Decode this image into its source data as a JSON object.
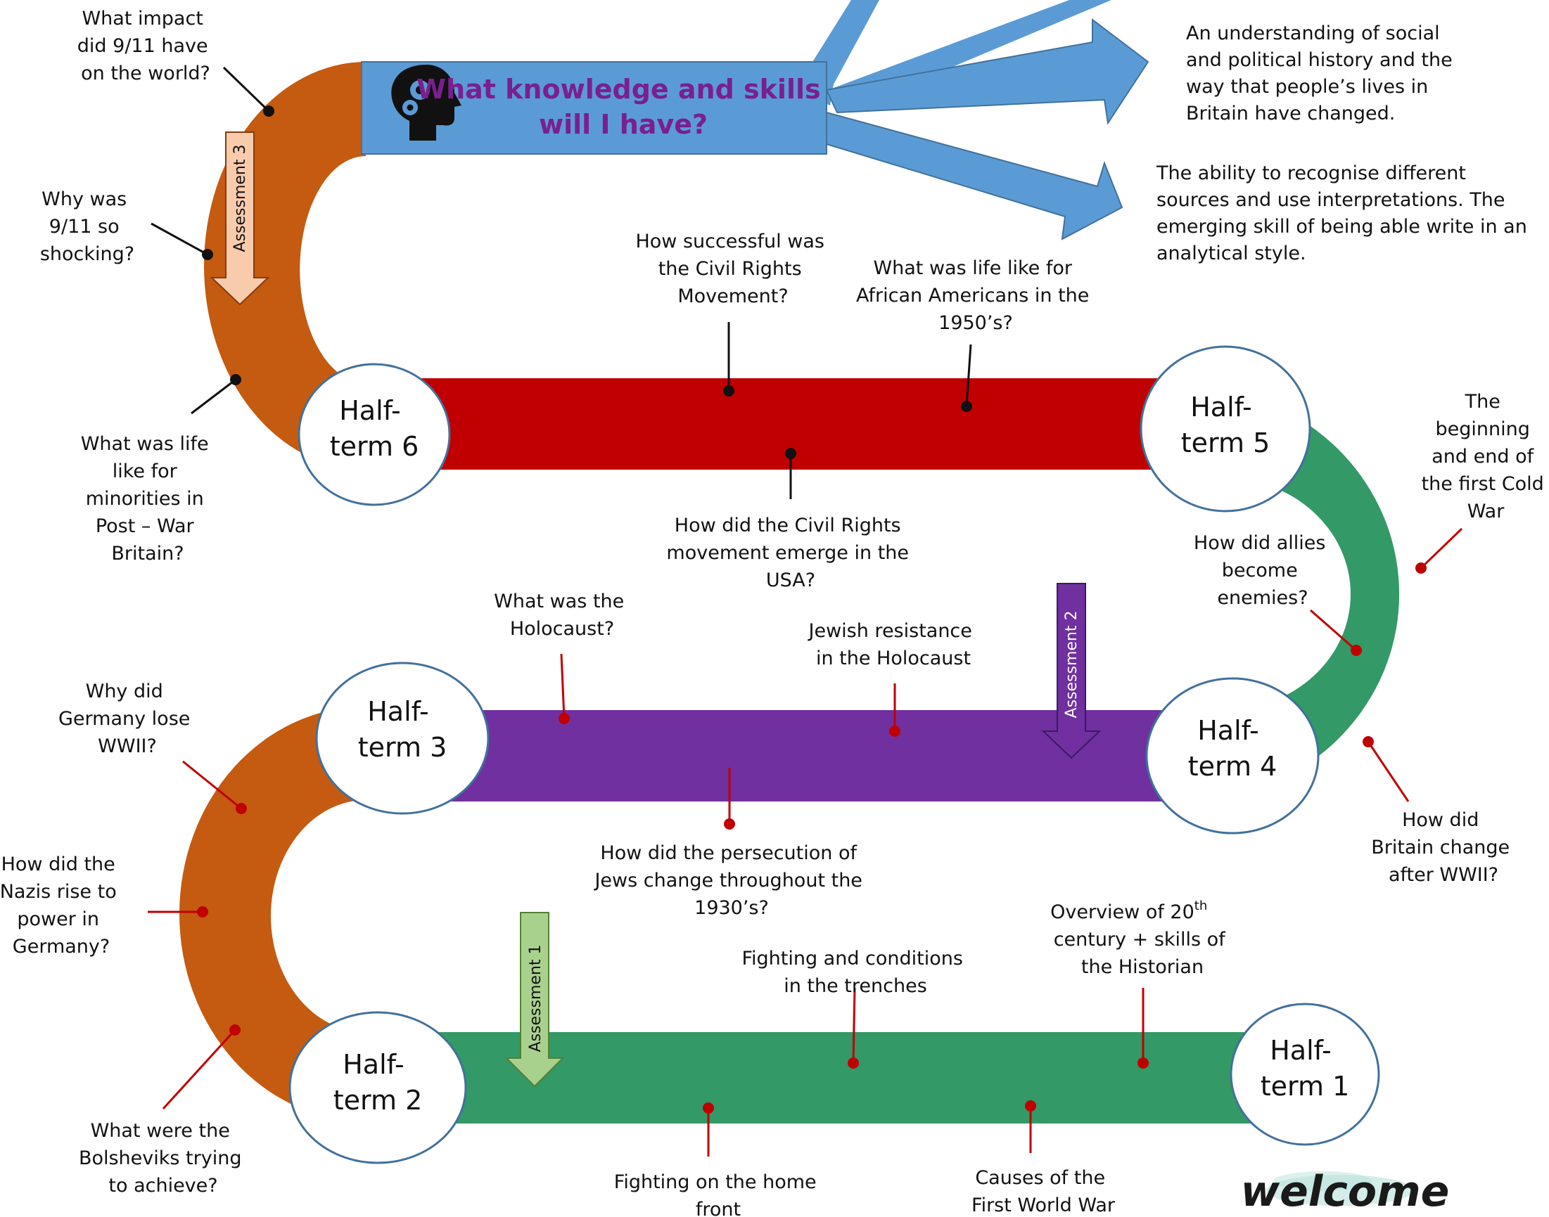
{
  "colors": {
    "orange": "#c55a11",
    "red": "#c00000",
    "green": "#339966",
    "purple": "#7030a0",
    "blue": "#5b9bd5",
    "banner_text": "#7a1f8f",
    "assessment_1": "#a9d18e",
    "assessment_2": "#7030a0",
    "assessment_3": "#f8cbad"
  },
  "banner": {
    "line1": "What knowledge and skills",
    "line2": "will I have?",
    "icon": "head-gears-icon"
  },
  "outcomes": {
    "outcome_1": [
      "An understanding of social",
      "and political history and the",
      "way that people’s lives in",
      "Britain have changed."
    ],
    "outcome_2": [
      "The ability to recognise different",
      "sources and use interpretations.  The",
      "emerging skill of being able write in an",
      "analytical style."
    ]
  },
  "half_terms": {
    "ht1": [
      "Half-",
      "term 1"
    ],
    "ht2": [
      "Half-",
      "term 2"
    ],
    "ht3": [
      "Half-",
      "term 3"
    ],
    "ht4": [
      "Half-",
      "term 4"
    ],
    "ht5": [
      "Half-",
      "term 5"
    ],
    "ht6": [
      "Half-",
      "term 6"
    ]
  },
  "assessments": {
    "a1": "Assessment 1",
    "a2": "Assessment 2",
    "a3": "Assessment 3"
  },
  "topics": {
    "overview": [
      "Overview of 20",
      "th",
      "century + skills of",
      "the Historian"
    ],
    "causes_ww1": [
      "Causes of the",
      "First World War"
    ],
    "trenches": [
      "Fighting and conditions",
      "in the trenches"
    ],
    "home_front": [
      "Fighting on the home",
      "front"
    ],
    "bolsheviks": [
      "What were the",
      "Bolsheviks trying",
      "to achieve?"
    ],
    "nazis_rise": [
      "How did the",
      "Nazis rise to",
      "power in",
      "Germany?"
    ],
    "germany_lose": [
      "Why did",
      "Germany lose",
      "WWII?"
    ],
    "holocaust": [
      "What was the",
      "Holocaust?"
    ],
    "persecution": [
      "How did the persecution of",
      "Jews change throughout the",
      "1930’s?"
    ],
    "resistance": [
      "Jewish resistance",
      "in the Holocaust"
    ],
    "britain_change": [
      "How did",
      "Britain change",
      "after WWII?"
    ],
    "allies_enemies": [
      "How did allies",
      "become",
      "enemies?"
    ],
    "cold_war": [
      "The",
      "beginning",
      "and end  of",
      "the first Cold",
      "War"
    ],
    "african_americans": [
      "What was life like for",
      "African Americans in the",
      "1950’s?"
    ],
    "civil_rights_success": [
      "How successful was",
      "the Civil Rights",
      "Movement?"
    ],
    "civil_rights_emerge": [
      "How did the Civil Rights",
      "movement emerge in the",
      "USA?"
    ],
    "minorities": [
      "What was life",
      "like for",
      "minorities in",
      "Post – War",
      "Britain?"
    ],
    "shocking_911": [
      "Why was",
      "9/11 so",
      "shocking?"
    ],
    "impact_911": [
      "What impact",
      "did 9/11 have",
      "on the world?"
    ]
  },
  "welcome": "welcome"
}
